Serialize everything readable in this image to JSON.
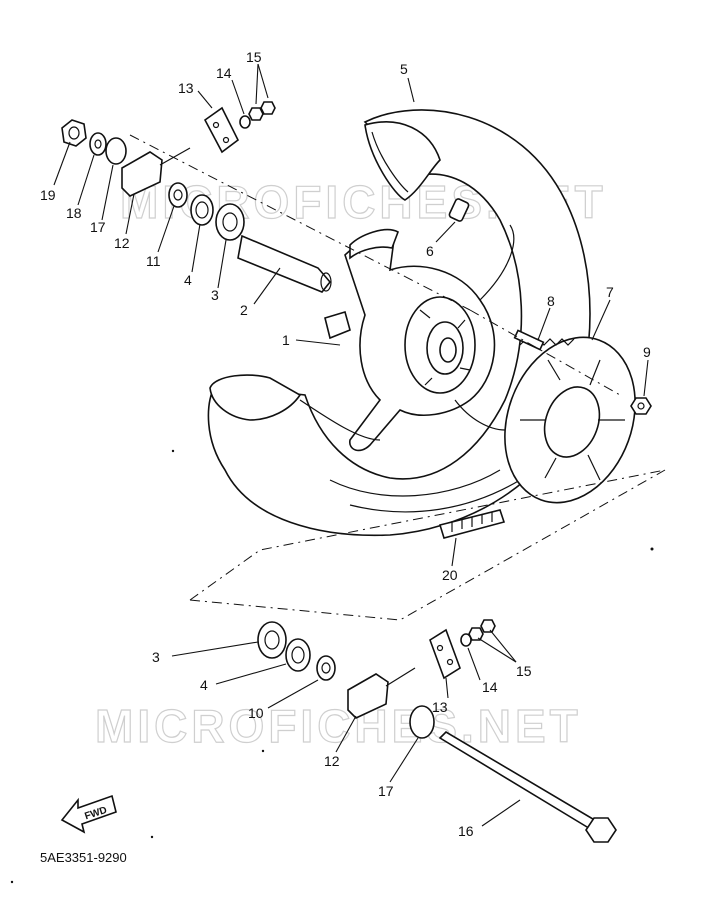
{
  "watermark": "MICROFICHES.NET",
  "drawing_code": "5AE3351-9290",
  "fwd_label": "FWD",
  "callouts": [
    {
      "id": "c19a",
      "text": "19"
    },
    {
      "id": "c18a",
      "text": "18"
    },
    {
      "id": "c17a",
      "text": "17"
    },
    {
      "id": "c12a",
      "text": "12"
    },
    {
      "id": "c11",
      "text": "11"
    },
    {
      "id": "c4a",
      "text": "4"
    },
    {
      "id": "c3a",
      "text": "3"
    },
    {
      "id": "c2",
      "text": "2"
    },
    {
      "id": "c1",
      "text": "1"
    },
    {
      "id": "c13a",
      "text": "13"
    },
    {
      "id": "c14a",
      "text": "14"
    },
    {
      "id": "c15a",
      "text": "15"
    },
    {
      "id": "c5",
      "text": "5"
    },
    {
      "id": "c6",
      "text": "6"
    },
    {
      "id": "c8",
      "text": "8"
    },
    {
      "id": "c7",
      "text": "7"
    },
    {
      "id": "c9",
      "text": "9"
    },
    {
      "id": "c20",
      "text": "20"
    },
    {
      "id": "c3b",
      "text": "3"
    },
    {
      "id": "c4b",
      "text": "4"
    },
    {
      "id": "c10",
      "text": "10"
    },
    {
      "id": "c12b",
      "text": "12"
    },
    {
      "id": "c13b",
      "text": "13"
    },
    {
      "id": "c14b",
      "text": "14"
    },
    {
      "id": "c15b",
      "text": "15"
    },
    {
      "id": "c17b",
      "text": "17"
    },
    {
      "id": "c16",
      "text": "16"
    }
  ]
}
